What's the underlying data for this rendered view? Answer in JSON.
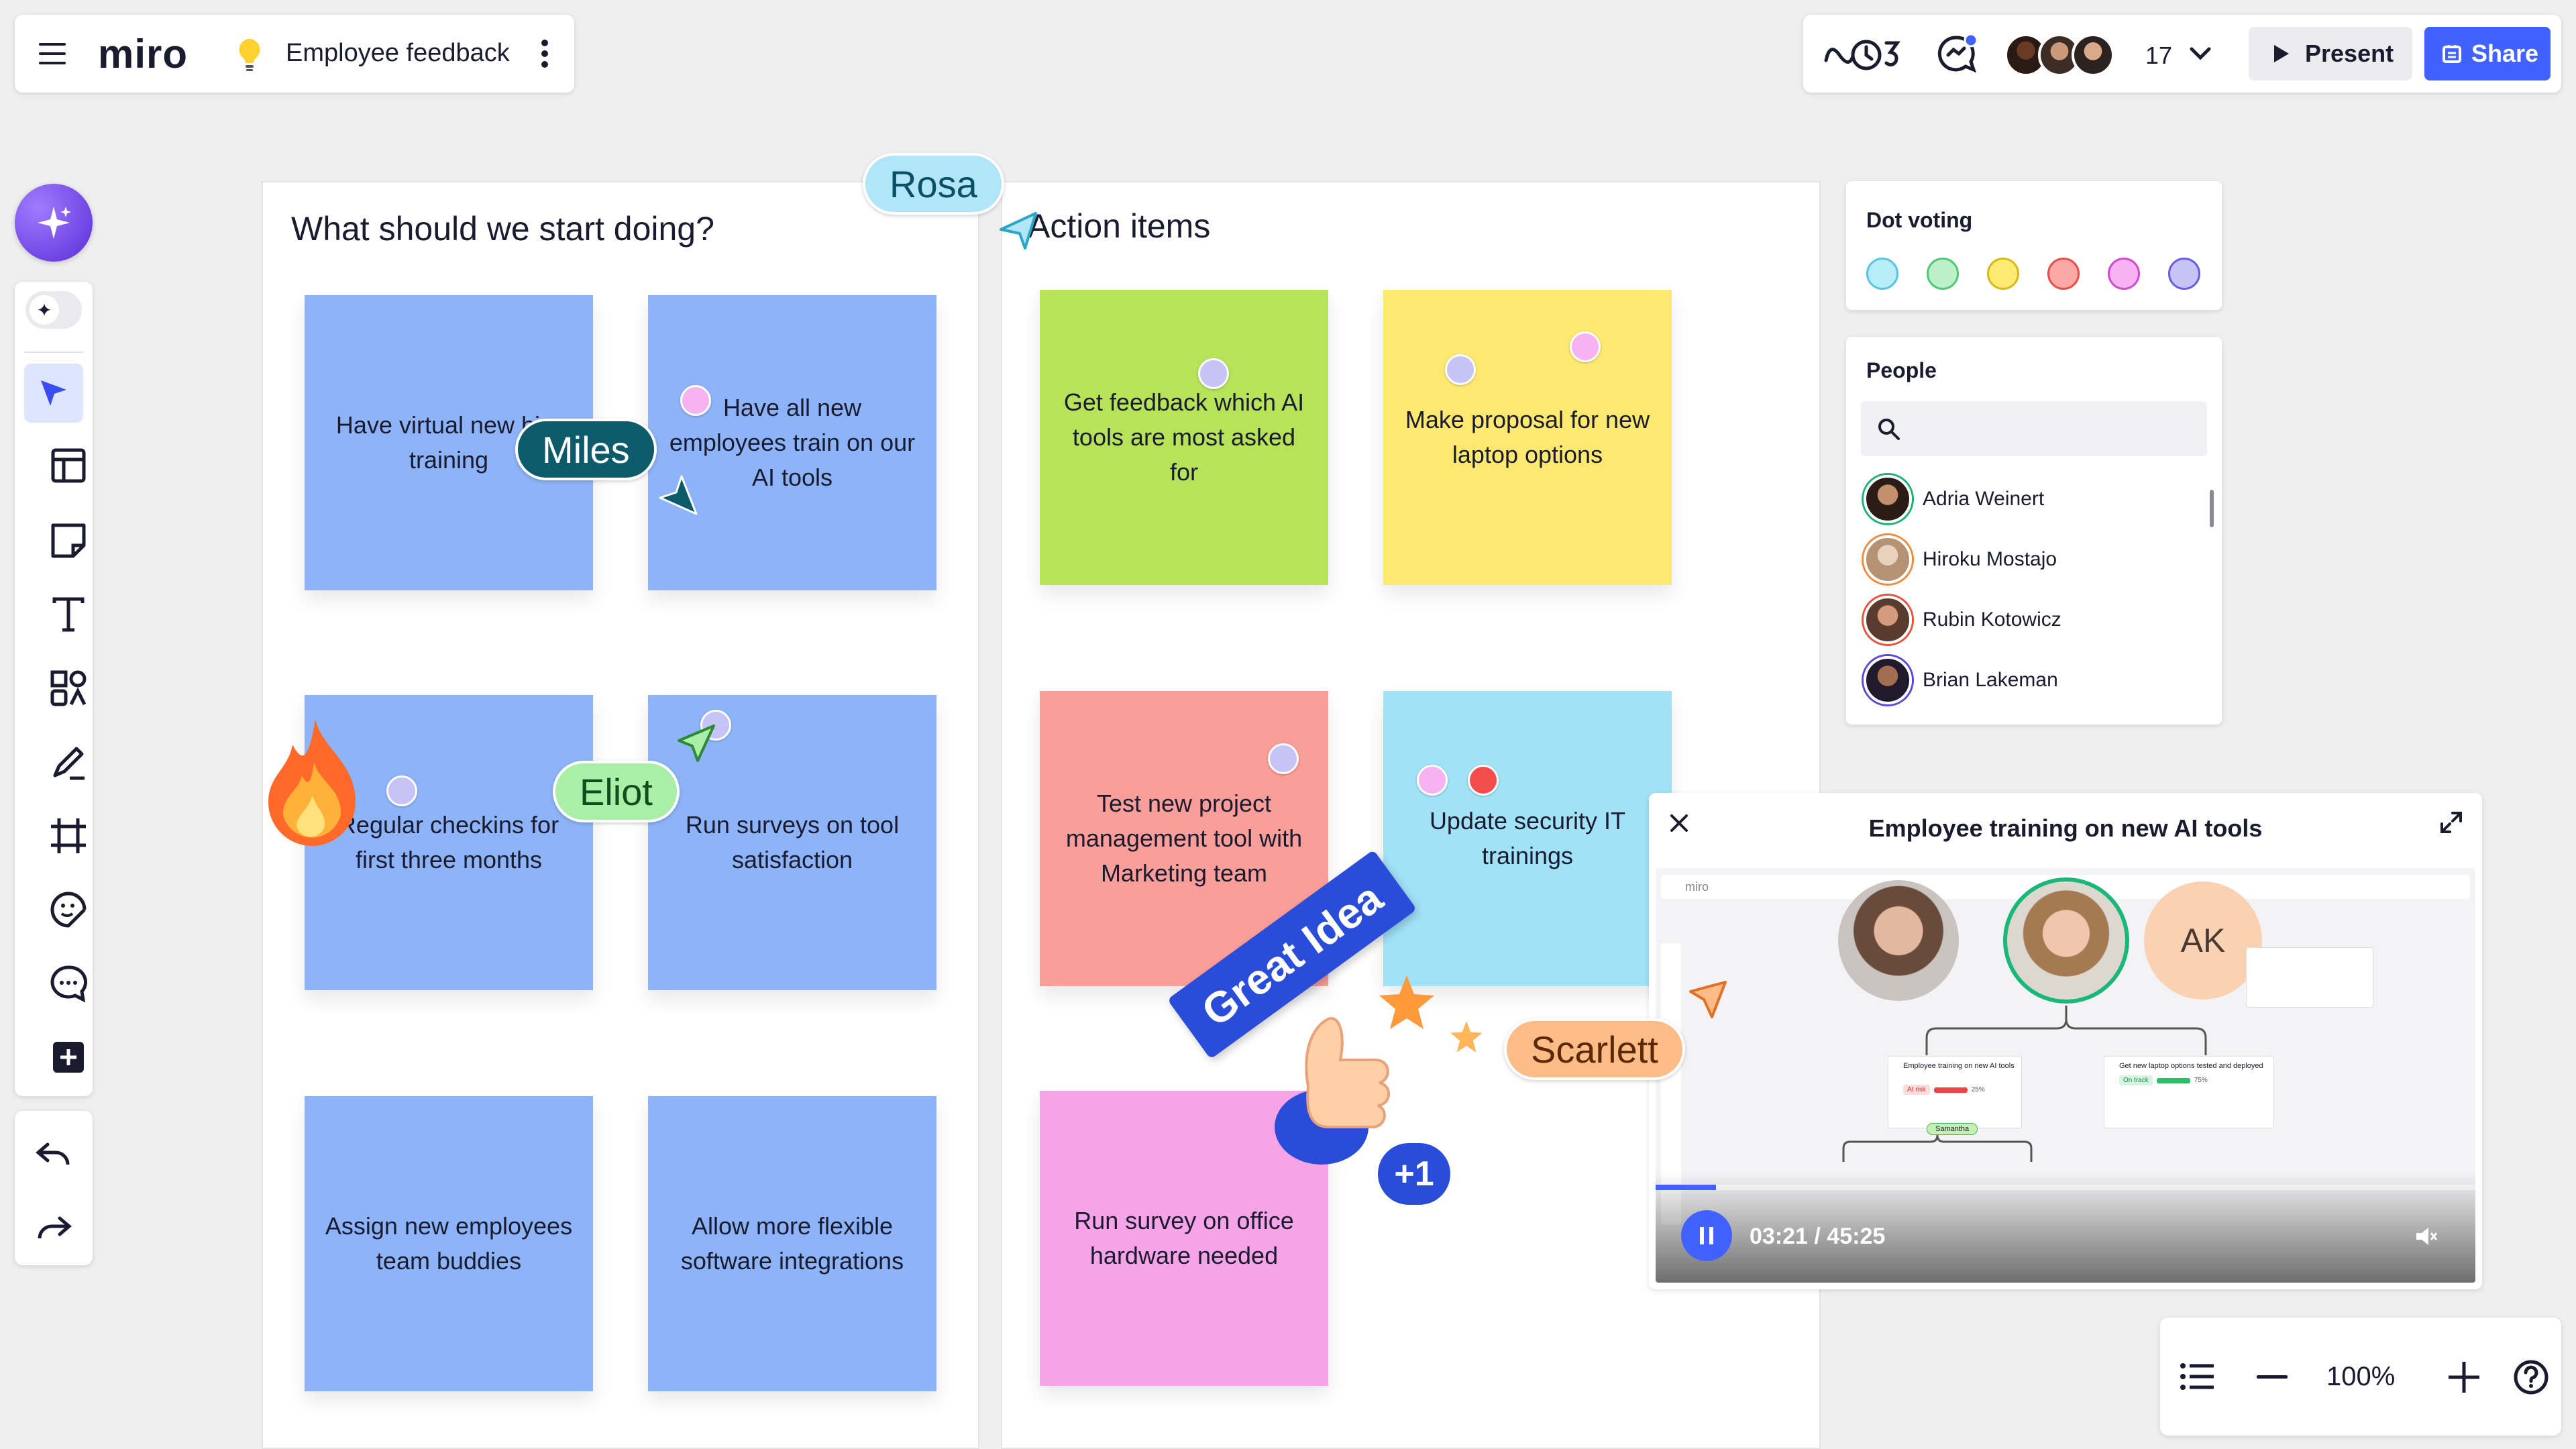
{
  "topbar": {
    "logo": "miro",
    "board_name": "Employee feedback",
    "collaborator_count": "17",
    "present_label": "Present",
    "share_label": "Share"
  },
  "frames": {
    "start": {
      "title": "What should we start doing?",
      "notes": [
        "Have virtual new hire training",
        "Have all new employees train on our AI tools",
        "Regular checkins for first three months",
        "Run surveys on tool satisfaction",
        "Assign new employees team buddies",
        "Allow more flexible software integrations"
      ]
    },
    "actions": {
      "title": "Action items",
      "notes": [
        "Get feedback which AI tools are most asked for",
        "Make proposal for new laptop options",
        "Test new project management tool with Marketing team",
        "Update security IT trainings",
        "Run survey on office hardware needed"
      ]
    }
  },
  "cursors": {
    "rosa": "Rosa",
    "miles": "Miles",
    "eliot": "Eliot",
    "scarlett": "Scarlett"
  },
  "sticker": {
    "banner": "Great Idea",
    "count": "+1"
  },
  "dot_voting": {
    "title": "Dot voting",
    "colors": [
      "#b8ecf8",
      "#bdf0c8",
      "#fdeb74",
      "#fba8a6",
      "#f7b2f2",
      "#c6c3f6"
    ]
  },
  "people": {
    "title": "People",
    "search_placeholder": "",
    "list": [
      "Adria Weinert",
      "Hiroku Mostajo",
      "Rubin Kotowicz",
      "Brian Lakeman"
    ]
  },
  "video": {
    "title": "Employee training on new AI tools",
    "time": "03:21 / 45:25",
    "progress": 0.074,
    "avatar_initials": "AK",
    "mini_logo": "miro",
    "mini_card_1": "Employee training on new AI tools",
    "mini_card_2": "Get new laptop options tested and deployed",
    "mini_tag_1": "At risk",
    "mini_tag_2": "On track",
    "mini_pct_1": "25%",
    "mini_pct_2": "75%",
    "mini_label": "Samantha"
  },
  "zoom": {
    "level": "100%"
  }
}
